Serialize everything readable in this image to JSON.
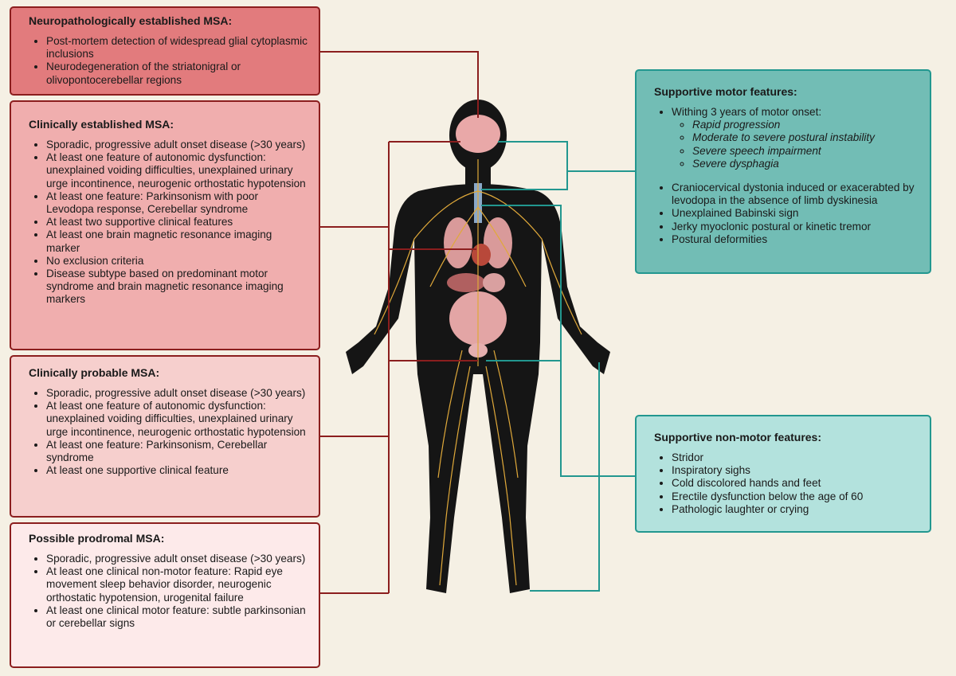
{
  "neuropath": {
    "title": "Neuropathologically established MSA:",
    "items": [
      "Post-mortem detection of widespread glial cytoplasmic inclusions",
      "Neurodegeneration of the striatonigral or olivopontocerebellar regions"
    ]
  },
  "clinically_established": {
    "title": "Clinically established MSA:",
    "items": [
      "Sporadic, progressive adult onset disease (>30 years)",
      "At least one feature of autonomic dysfunction: unexplained voiding difficulties, unexplained urinary urge incontinence, neurogenic orthostatic hypotension",
      "At least one feature: Parkinsonism with poor Levodopa response, Cerebellar syndrome",
      "At least two supportive clinical features",
      "At least one brain magnetic resonance imaging marker",
      "No exclusion criteria",
      "Disease subtype based on predominant motor syndrome and brain magnetic resonance imaging markers"
    ]
  },
  "clinically_probable": {
    "title": "Clinically probable MSA:",
    "items": [
      "Sporadic, progressive adult onset disease (>30 years)",
      "At least one feature of autonomic dysfunction: unexplained voiding difficulties, unexplained urinary urge incontinence, neurogenic orthostatic hypotension",
      "At least one feature: Parkinsonism, Cerebellar syndrome",
      "At least one supportive clinical feature"
    ]
  },
  "possible_prodromal": {
    "title": "Possible prodromal MSA:",
    "items": [
      "Sporadic, progressive adult onset disease (>30 years)",
      "At least one clinical non-motor feature: Rapid eye movement sleep behavior disorder, neurogenic orthostatic hypotension, urogenital failure",
      "At least one clinical motor feature: subtle parkinsonian or cerebellar signs"
    ]
  },
  "motor": {
    "title": "Supportive motor features:",
    "lead": "Withing 3 years of motor onset:",
    "subitems": [
      "Rapid progression",
      "Moderate to severe postural instability",
      "Severe speech impairment",
      "Severe dysphagia"
    ],
    "items": [
      "Craniocervical dystonia induced or exacerabted by levodopa in the absence of limb dyskinesia",
      "Unexplained Babinski sign",
      "Jerky myoclonic postural or kinetic tremor",
      "Postural deformities"
    ]
  },
  "nonmotor": {
    "title": "Supportive non-motor features:",
    "items": [
      "Stridor",
      "Inspiratory sighs",
      "Cold discolored hands and feet",
      "Erectile dysfunction below the age of 60",
      "Pathologic laughter or crying"
    ]
  },
  "colors": {
    "red_line": "#8b1e1e",
    "teal_line": "#22978f",
    "body": "#151515",
    "nerve": "#e0a93a"
  }
}
